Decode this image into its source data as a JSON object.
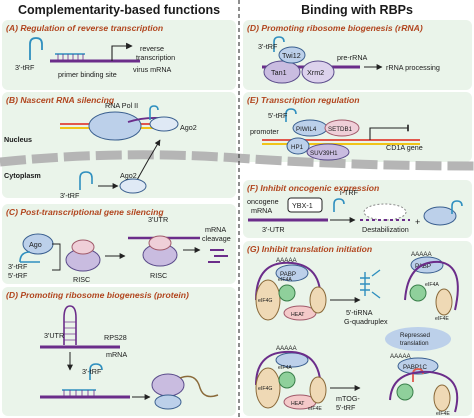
{
  "headers": {
    "left": "Complementarity-based functions",
    "right": "Binding with RBPs"
  },
  "regions": {
    "nucleus": "Nucleus",
    "cytoplasm": "Cytoplasm"
  },
  "sections": {
    "A": {
      "title": "(A) Regulation of reverse transcription",
      "trf": "3'-tRF",
      "pbs": "primer binding site",
      "rt1": "reverse",
      "rt2": "transcription",
      "vm": "virus mRNA"
    },
    "B": {
      "title": "(B) Nascent RNA silencing",
      "pol": "RNA Pol II",
      "ago": "Ago2",
      "ago_c": "Ago2",
      "trf": "3'-tRF"
    },
    "C": {
      "title": "(C) Post-transcriptional gene silencing",
      "ago": "Ago",
      "trf3": "3'-tRF",
      "trf5": "5'-tRF",
      "risc1": "RISC",
      "utr": "3'UTR",
      "risc2": "RISC",
      "mrna": "mRNA",
      "clv": "cleavage"
    },
    "D": {
      "title": "(D) Promoting ribosome biogenesis (protein)",
      "utr": "3'UTR",
      "rps": "RPS28",
      "mrna": "mRNA",
      "trf": "3'-tRF"
    },
    "DR": {
      "title": "(D) Promoting ribosome biogenesis (rRNA)",
      "trf": "3'-tRF",
      "twi": "Twi12",
      "tan": "Tan1",
      "xrm": "Xrm2",
      "pre": "pre-rRNA",
      "proc": "rRNA processing"
    },
    "E": {
      "title": "(E) Transcription regulation",
      "trf": "5'-tRF",
      "prom": "promoter",
      "piwil": "PIWIL4",
      "setdb": "SETDB1",
      "hp1": "HP1",
      "suv": "SUV39H1",
      "cd1a": "CD1A gene"
    },
    "F": {
      "title": "(F) Inhibit oncogenic expression",
      "onc": "oncogene",
      "mrna": "mRNA",
      "ybx": "YBX-1",
      "itrf": "i-TRF",
      "utr": "3'-UTR",
      "dest": "Destabilization"
    },
    "G": {
      "title": "(G) Inhibit translation initiation",
      "aaaaa": "AAAAA",
      "pabp": "PABP",
      "e4g": "eIF4G",
      "e4a": "eIF4A",
      "heat": "HEAT",
      "e4e": "eIF4E",
      "trna1": "5'-tiRNA",
      "trna2": "G-quadruplex",
      "rep1": "Repressed",
      "rep2": "translation",
      "pabp1c": "PABP1C",
      "mtog1": "mTOG-",
      "mtog2": "5'-tRF"
    }
  },
  "colors": {
    "section_title": "#b1451e",
    "panel_bg": "#eaf4ea",
    "mrna": "#6b2d8a",
    "trf": "#2f8fbf",
    "divider": "#444444",
    "membrane": "#b5b5b5",
    "protein_blue": "#bcd0ea",
    "protein_purple": "#c9bce0",
    "protein_pink": "#efcfd8",
    "protein_green": "#8fd09b",
    "protein_tan": "#efd9b5",
    "dna_red": "#e2574c",
    "dna_yellow": "#f0c419"
  }
}
